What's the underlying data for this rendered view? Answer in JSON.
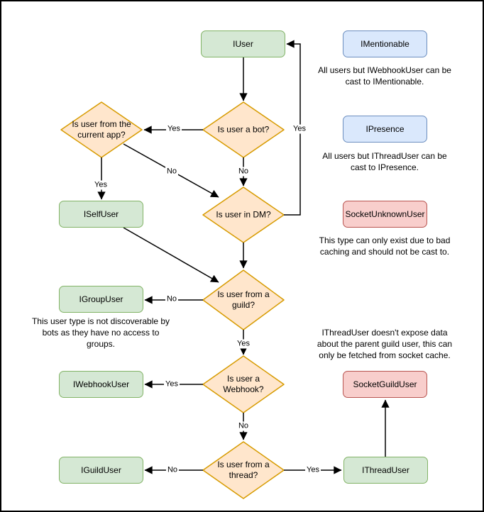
{
  "nodes": {
    "iuser": {
      "label": "IUser",
      "color": "green"
    },
    "imentionable": {
      "label": "IMentionable",
      "color": "blue"
    },
    "ipresence": {
      "label": "IPresence",
      "color": "blue"
    },
    "socket_unknown_user": {
      "label": "SocketUnknownUser",
      "color": "red"
    },
    "iselfuser": {
      "label": "ISelfUser",
      "color": "green"
    },
    "igroupuser": {
      "label": "IGroupUser",
      "color": "green"
    },
    "iwebhookuser": {
      "label": "IWebhookUser",
      "color": "green"
    },
    "socket_guild_user": {
      "label": "SocketGuildUser",
      "color": "red"
    },
    "iguilduser": {
      "label": "IGuildUser",
      "color": "green"
    },
    "ithreaduser": {
      "label": "IThreadUser",
      "color": "green"
    }
  },
  "decisions": {
    "is_user_a_bot": {
      "lines": [
        "Is user a bot?"
      ]
    },
    "is_user_from_current_app": {
      "lines": [
        "Is user from the",
        "current app?"
      ]
    },
    "is_user_in_dm": {
      "lines": [
        "Is user in DM?"
      ]
    },
    "is_user_from_guild": {
      "lines": [
        "Is user from a",
        "guild?"
      ]
    },
    "is_user_a_webhook": {
      "lines": [
        "Is user a",
        "Webhook?"
      ]
    },
    "is_user_from_thread": {
      "lines": [
        "Is user from a",
        "thread?"
      ]
    }
  },
  "captions": {
    "mentionable": {
      "lines": [
        "All users but IWebhookUser can be",
        "cast to IMentionable."
      ]
    },
    "presence": {
      "lines": [
        "All users but IThreadUser can be",
        "cast to IPresence."
      ]
    },
    "socket_unknown": {
      "lines": [
        "This type can only exist due to bad",
        "caching and should not be cast to."
      ]
    },
    "group": {
      "lines": [
        "This user type is not discoverable by",
        "bots as they have no access to",
        "groups."
      ]
    },
    "thread": {
      "lines": [
        "IThreadUser doesn't expose data",
        "about the parent guild user, this can",
        "only be fetched from socket cache."
      ]
    }
  },
  "edges": {
    "iuser_to_bot": {
      "from": "IUser",
      "to": "Is user a bot?",
      "label": ""
    },
    "bot_yes": {
      "from": "Is user a bot?",
      "to": "Is user from the current app?",
      "label": "Yes"
    },
    "bot_no": {
      "from": "Is user a bot?",
      "to": "Is user in DM?",
      "label": "No"
    },
    "current_app_yes": {
      "from": "Is user from the current app?",
      "to": "ISelfUser",
      "label": "Yes"
    },
    "current_app_no": {
      "from": "Is user from the current app?",
      "to": "Is user in DM?",
      "label": "No"
    },
    "dm_yes": {
      "from": "Is user in DM?",
      "to": "IUser",
      "label": "Yes"
    },
    "dm_to_guild": {
      "from": "Is user in DM?",
      "to": "Is user from a guild?",
      "label": ""
    },
    "iselfuser_to_guild": {
      "from": "ISelfUser",
      "to": "Is user from a guild?",
      "label": ""
    },
    "guild_no": {
      "from": "Is user from a guild?",
      "to": "IGroupUser",
      "label": "No"
    },
    "guild_yes": {
      "from": "Is user from a guild?",
      "to": "Is user a Webhook?",
      "label": "Yes"
    },
    "webhook_yes": {
      "from": "Is user a Webhook?",
      "to": "IWebhookUser",
      "label": "Yes"
    },
    "webhook_no": {
      "from": "Is user a Webhook?",
      "to": "Is user from a thread?",
      "label": "No"
    },
    "thread_no": {
      "from": "Is user from a thread?",
      "to": "IGuildUser",
      "label": "No"
    },
    "thread_yes": {
      "from": "Is user from a thread?",
      "to": "IThreadUser",
      "label": "Yes"
    },
    "ithread_to_socket": {
      "from": "IThreadUser",
      "to": "SocketGuildUser",
      "label": ""
    }
  },
  "colors": {
    "background": "#ffffff",
    "border": "#000000",
    "line": "#000000",
    "green_fill": "#d5e8d4",
    "green_stroke": "#82b366",
    "blue_fill": "#dae8fc",
    "blue_stroke": "#6c8ebf",
    "red_fill": "#f8cecc",
    "red_stroke": "#b85450",
    "orange_fill": "#ffe6cc",
    "orange_stroke": "#d79b00"
  }
}
